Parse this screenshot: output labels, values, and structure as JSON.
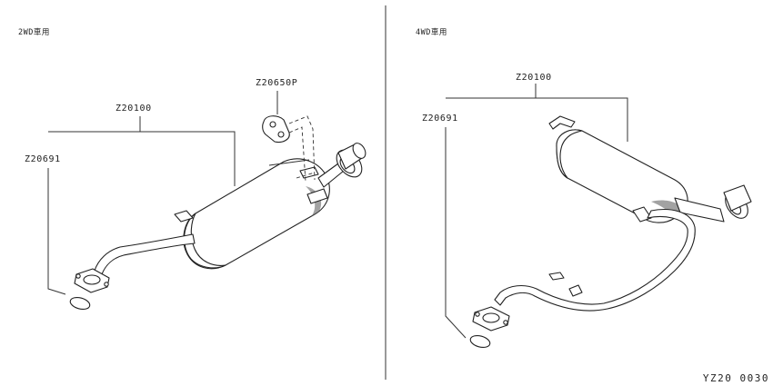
{
  "left_panel": {
    "section_label": "2WD車用",
    "callouts": {
      "muffler_assy": "Z20100",
      "gasket": "Z20691",
      "mounting_rubber": "Z20650P"
    }
  },
  "right_panel": {
    "section_label": "4WD車用",
    "callouts": {
      "muffler_assy": "Z20100",
      "gasket": "Z20691"
    }
  },
  "figure_code": "YZ20  0030"
}
